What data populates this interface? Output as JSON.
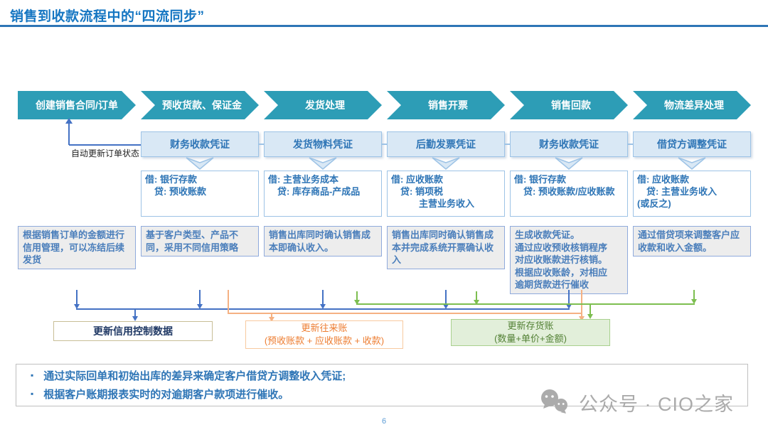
{
  "page": {
    "title": "销售到收款流程中的“四流同步”",
    "page_number": "6",
    "watermark": "公众号 · CIO之家"
  },
  "flow": {
    "feedback_label": "自动更新订单状态",
    "stages": [
      {
        "label": "创建销售合同/订单",
        "desc": "根据销售订单的金额进行信用管理，可以冻结后续发货"
      },
      {
        "label": "预收货款、保证金",
        "voucher": "财务收款凭证",
        "entry": "借: 银行存款\n　贷: 预收账款",
        "desc": "基于客户类型、产品不同，采用不同信用策略"
      },
      {
        "label": "发货处理",
        "voucher": "发货物料凭证",
        "entry": "借: 主营业务成本\n　贷: 库存商品-产成品",
        "desc": "销售出库同时确认销售成本即确认收入。"
      },
      {
        "label": "销售开票",
        "voucher": "后勤发票凭证",
        "entry": "借: 应收账款\n　贷: 销项税\n　　　主营业务收入",
        "desc": "销售出库同时确认销售成本并完成系统开票确认收入"
      },
      {
        "label": "销售回款",
        "voucher": "财务收款凭证",
        "entry": "借: 银行存款\n　贷: 预收账款/应收账款",
        "desc": "生成收款凭证。\n通过应收预收核销程序\n对应收账款进行核销。\n根据应收账龄，对相应\n逾期货款进行催收"
      },
      {
        "label": "物流差异处理",
        "voucher": "借贷方调整凭证",
        "entry": "借: 应收账款\n　贷: 主营业务收入\n(或反之)",
        "desc": "通过借贷项来调整客户应收款和收入金额。"
      }
    ]
  },
  "ledgers": {
    "credit": {
      "title": "更新信用控制数据"
    },
    "current": {
      "title": "更新往来账",
      "subtitle": "(预收账款 + 应收账款 + 收款)"
    },
    "inventory": {
      "title": "更新存货账",
      "subtitle": "(数量+单价+金额)"
    }
  },
  "notes": {
    "items": [
      "通过实际回单和初始出库的差异来确定客户借贷方调整收入凭证;",
      "根据客户账期报表实时的对逾期客户款项进行催收。"
    ]
  },
  "colors": {
    "title_blue": "#1576C2",
    "stage_teal": "#2D9DB6",
    "voucher_fill": "#D9E8F5",
    "box_border_blue": "#9DC3E6",
    "text_blue": "#2E75B6",
    "connector_blue": "#4472C4",
    "connector_orange": "#F5B183",
    "connector_green": "#7DBE50",
    "ledger_inventory_fill": "#E2EFDA",
    "watermark_gray": "#ABABAB"
  }
}
